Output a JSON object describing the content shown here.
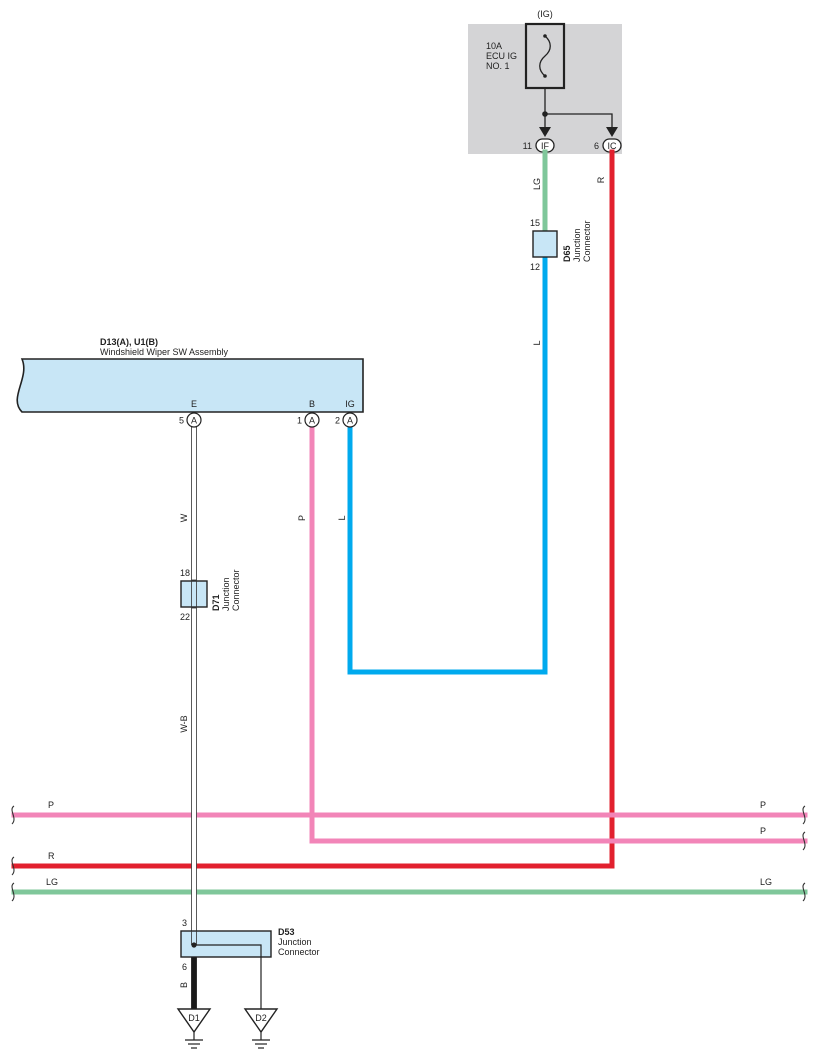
{
  "colors": {
    "LG": "#7fc79a",
    "L": "#00aaee",
    "R": "#e2202e",
    "P": "#f285b8",
    "W": "#ffffff",
    "B": "#1a1a1a",
    "connector_fill": "#c8e6f6",
    "fuse_box_bg": "#d4d4d6"
  },
  "fuse_box": {
    "power": "(IG)",
    "fuse_rating": "10A",
    "fuse_name_1": "ECU IG",
    "fuse_name_2": "NO. 1",
    "terminal_if": {
      "pin": "11",
      "code": "IF"
    },
    "terminal_ic": {
      "pin": "6",
      "code": "IC"
    }
  },
  "d65": {
    "id": "D65",
    "name_1": "Junction",
    "name_2": "Connector",
    "pin_top": "15",
    "pin_bottom": "12"
  },
  "d71": {
    "id": "D71",
    "name_1": "Junction",
    "name_2": "Connector",
    "pin_top": "18",
    "pin_bottom": "22"
  },
  "d53": {
    "id": "D53",
    "name_1": "Junction",
    "name_2": "Connector",
    "pin_top": "3",
    "pin_bottom": "6"
  },
  "assembly": {
    "id": "D13(A), U1(B)",
    "name": "Windshield Wiper SW Assembly",
    "pins": [
      {
        "name": "E",
        "pin": "5",
        "conn": "A"
      },
      {
        "name": "B",
        "pin": "1",
        "conn": "A"
      },
      {
        "name": "IG",
        "pin": "2",
        "conn": "A"
      }
    ]
  },
  "wire_labels": {
    "if_wire": "LG",
    "ic_wire": "R",
    "d65_out": "L",
    "ig_wire": "L",
    "b_wire": "P",
    "e_wire": "W",
    "d71_out": "W-B",
    "d53_out": "B"
  },
  "bus": {
    "p_top_left": "P",
    "p_top_right": "P",
    "p_second_right": "P",
    "r_left": "R",
    "lg_left": "LG",
    "lg_right": "LG"
  },
  "grounds": {
    "g1": "D1",
    "g2": "D2"
  }
}
